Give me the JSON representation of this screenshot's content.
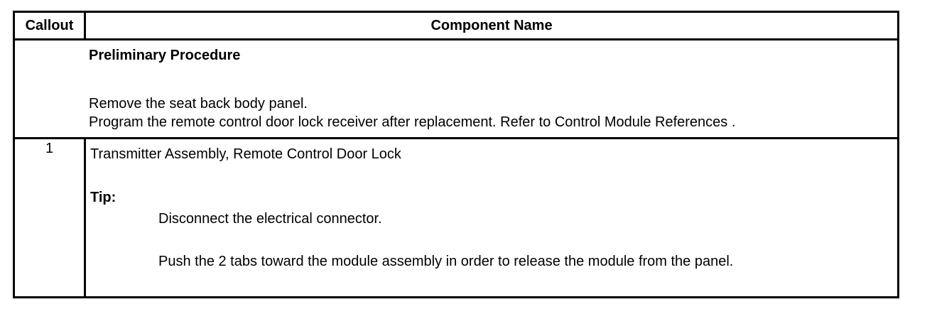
{
  "table": {
    "header": {
      "callout": "Callout",
      "component_name": "Component Name"
    },
    "rows": [
      {
        "callout": "",
        "heading": "Preliminary Procedure",
        "lines": [
          "Remove the seat back body panel.",
          "Program the remote control door lock receiver after replacement. Refer to Control Module References ."
        ]
      },
      {
        "callout": "1",
        "component": "Transmitter Assembly, Remote Control Door Lock",
        "tip_label": "Tip:",
        "tip_steps": [
          "Disconnect the electrical connector.",
          "Push the 2 tabs toward the module assembly in order to release the module from the panel."
        ]
      }
    ]
  },
  "colors": {
    "border": "#000000",
    "text": "#000000",
    "background": "#ffffff"
  }
}
